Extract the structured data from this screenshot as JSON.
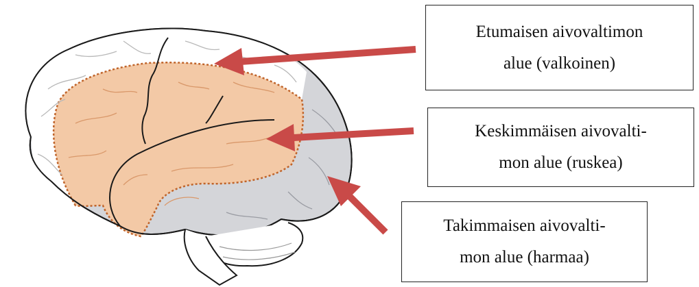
{
  "colors": {
    "anterior_region": "#ffffff",
    "middle_region": "#f3c9a6",
    "posterior_region": "#d4d5d9",
    "outline": "#1a1a1a",
    "dotted_border": "#c0642a",
    "arrow": "#c94a48"
  },
  "labels": {
    "anterior": {
      "line1": "Etumaisen aivovaltimon",
      "line2": "alue (valkoinen)"
    },
    "middle": {
      "line1": "Keskimmäisen aivovalti-",
      "line2": "mon alue (ruskea)"
    },
    "posterior": {
      "line1": "Takimmaisen aivovalti-",
      "line2": "mon alue (harmaa)"
    }
  }
}
